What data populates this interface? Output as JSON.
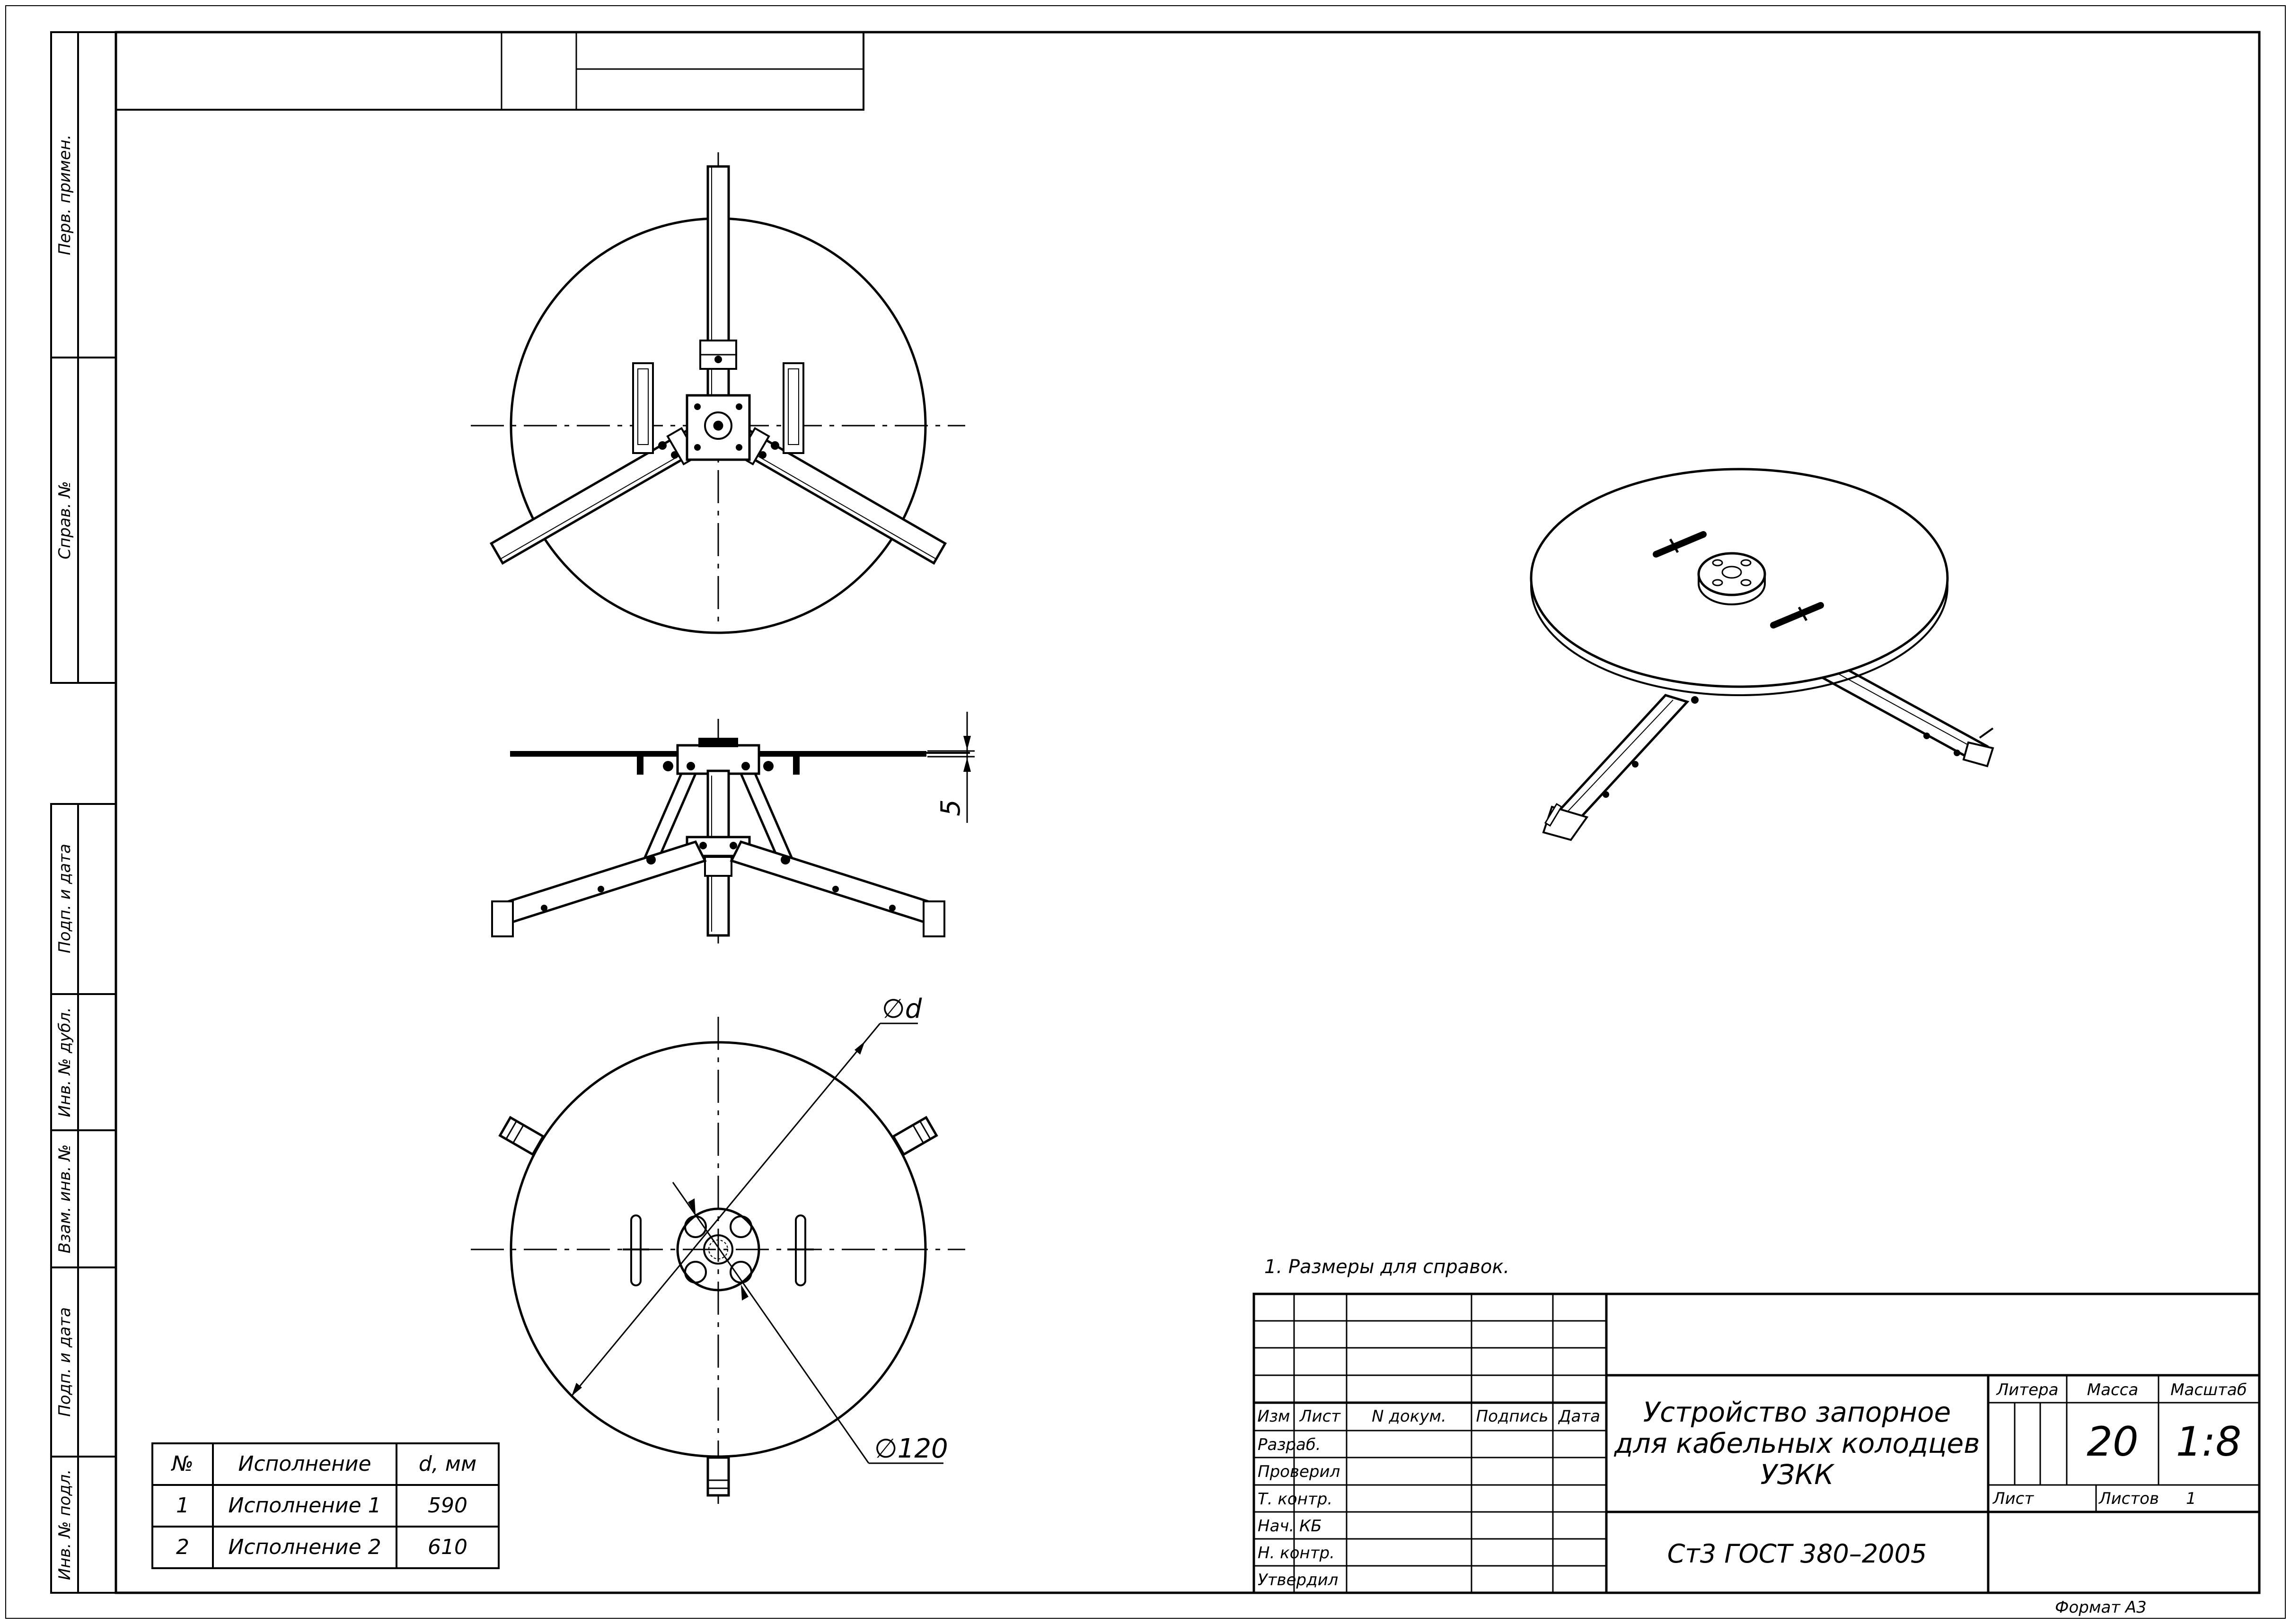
{
  "side_strip": {
    "first_use": "Перв. примен.",
    "reference_no": "Справ. №",
    "sign_date_1": "Подп. и дата",
    "dup_inv_no": "Инв. № дубл.",
    "inv_replace": "Взам. инв. №",
    "sign_date_2": "Подп. и дата",
    "orig_inv_no": "Инв. № подл."
  },
  "note": "1. Размеры для справок.",
  "dimensions": {
    "thickness": "5",
    "diameter_d": "∅d",
    "diameter_120": "∅120"
  },
  "variants_table": {
    "headers": [
      "№",
      "Исполнение",
      "d, мм"
    ],
    "rows": [
      [
        "1",
        "Исполнение 1",
        "590"
      ],
      [
        "2",
        "Исполнение 2",
        "610"
      ]
    ]
  },
  "title_block": {
    "columns": {
      "change": "Изм",
      "sheet": "Лист",
      "doc_no": "N докум.",
      "signature": "Подпись",
      "date": "Дата"
    },
    "roles": [
      "Разраб.",
      "Проверил",
      "Т. контр.",
      "Нач. КБ",
      "Н. контр.",
      "Утвердил"
    ],
    "title_lines": [
      "Устройство запорное",
      "для кабельных колодцев",
      "УЗКК"
    ],
    "material": "Ст3 ГОСТ 380–2005",
    "litera_label": "Литера",
    "mass_label": "Масса",
    "scale_label": "Масштаб",
    "mass": "20",
    "scale": "1:8",
    "sheet_label": "Лист",
    "sheets_label": "Листов",
    "sheets": "1"
  },
  "format": "Формат А3"
}
